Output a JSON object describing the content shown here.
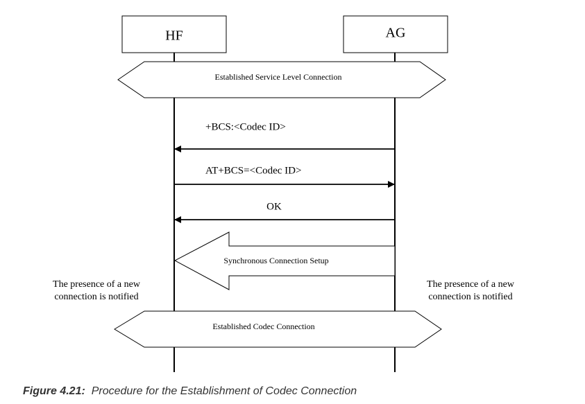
{
  "participants": {
    "hf": "HF",
    "ag": "AG"
  },
  "banners": {
    "slc": "Established Service Level Connection",
    "codec": "Established Codec Connection"
  },
  "messages": {
    "bcs": "+BCS:<Codec ID>",
    "at_bcs": "AT+BCS=<Codec ID>",
    "ok": "OK"
  },
  "sync_setup": "Synchronous Connection Setup",
  "notes": {
    "left_line1": "The presence of a new",
    "left_line2": "connection is notified",
    "right_line1": "The presence of a new",
    "right_line2": "connection is notified"
  },
  "caption": {
    "label": "Figure 4.21:",
    "text": "Procedure for the Establishment of Codec Connection"
  }
}
